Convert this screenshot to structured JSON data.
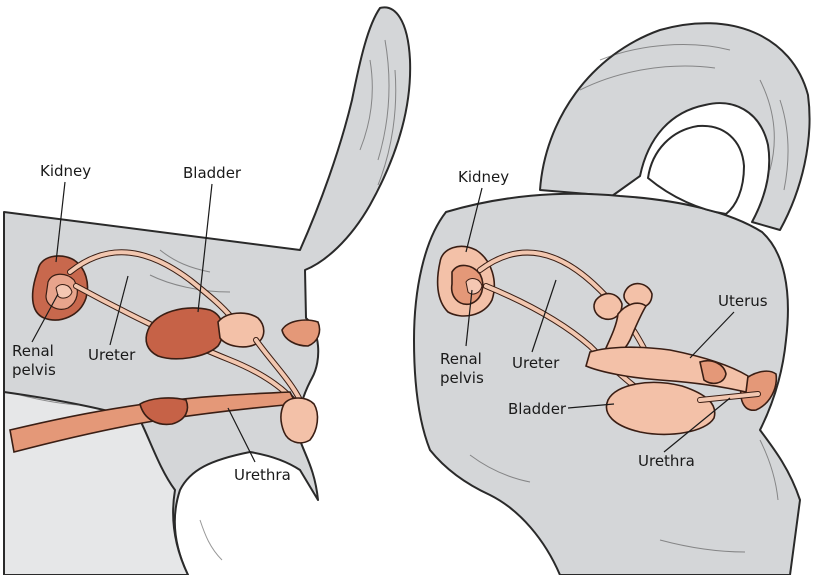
{
  "colors": {
    "fur": "#d4d6d8",
    "outline": "#2a2a2a",
    "organ_dark": "#c66247",
    "organ_light": "#f3c1a8",
    "organ_mid": "#e49878",
    "label_text": "#1a1a1a"
  },
  "male_panel": {
    "labels": {
      "kidney": "Kidney",
      "bladder": "Bladder",
      "renal_pelvis_line1": "Renal",
      "renal_pelvis_line2": "pelvis",
      "ureter": "Ureter",
      "urethra": "Urethra"
    }
  },
  "female_panel": {
    "labels": {
      "kidney": "Kidney",
      "uterus": "Uterus",
      "renal_pelvis_line1": "Renal",
      "renal_pelvis_line2": "pelvis",
      "ureter": "Ureter",
      "bladder": "Bladder",
      "urethra": "Urethra"
    }
  }
}
